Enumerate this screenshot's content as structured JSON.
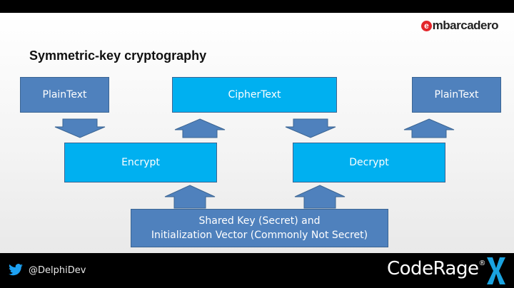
{
  "brand": {
    "logo_text": "embarcadero"
  },
  "slide": {
    "title": "Symmetric-key cryptography",
    "boxes": {
      "plaintext_left": "PlainText",
      "ciphertext": "CipherText",
      "plaintext_right": "PlainText",
      "encrypt": "Encrypt",
      "decrypt": "Decrypt",
      "shared_key_line1": "Shared Key (Secret) and",
      "shared_key_line2": "Initialization Vector (Commonly Not Secret)"
    }
  },
  "footer": {
    "handle": "@DelphiDev",
    "event_name": "CodeRage",
    "event_registered": "®"
  },
  "colors": {
    "dark_box": "#4f81bd",
    "bright_box": "#00b0f0",
    "accent_red": "#e3262b",
    "accent_blue": "#1da1f2"
  }
}
